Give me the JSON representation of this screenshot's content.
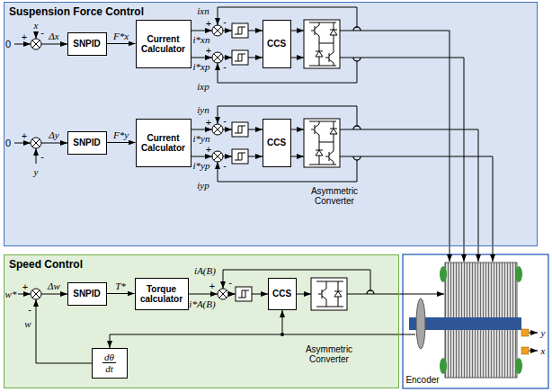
{
  "diagram": {
    "nodes": [
      {
        "text": [
          "Suspension Force Control"
        ]
      },
      {
        "text": [
          "SNPID"
        ],
        "in": 0
      },
      {
        "text": [
          "Current Calculator"
        ],
        "in": 0
      },
      {
        "text": [
          "CCS"
        ],
        "in": 0
      },
      {
        "text": [
          "SNPID"
        ],
        "in": 0
      },
      {
        "text": [
          "Current Calculator"
        ],
        "in": 0
      },
      {
        "text": [
          "CCS"
        ],
        "in": 0
      },
      {
        "text": [
          "Speed Control"
        ]
      },
      {
        "text": [
          "SNPID"
        ],
        "in": 7
      },
      {
        "text": [
          "Torque calculator"
        ],
        "in": 7
      },
      {
        "text": [
          "CCS"
        ],
        "in": 7
      },
      {
        "text": [
          "dθ",
          "dt"
        ],
        "in": 7
      }
    ],
    "edges": [
      {
        "from": 1,
        "to": 2,
        "label": "F*x",
        "arrow": "to"
      },
      {
        "from": 4,
        "to": 5,
        "label": "F*y",
        "arrow": "to"
      },
      {
        "from": 8,
        "to": 9,
        "label": "T*",
        "arrow": "to"
      }
    ],
    "labels": [
      "x",
      "-",
      "0",
      "+",
      "Δx",
      "i*xn",
      "+",
      "-",
      "ixn",
      "i*xp",
      "+",
      "-",
      "ixp",
      "0",
      "+",
      "Δy",
      "-",
      "y",
      "i*yn",
      "+",
      "-",
      "iyn",
      "i*yp",
      "+",
      "-",
      "iyp",
      "Asymmetric Converter",
      "w*",
      "+",
      "Δw",
      "-",
      "w",
      "i*A(B)",
      "+",
      "-",
      "iA(B)",
      "Asymmetric Converter",
      "Encoder",
      "y",
      "x"
    ]
  }
}
